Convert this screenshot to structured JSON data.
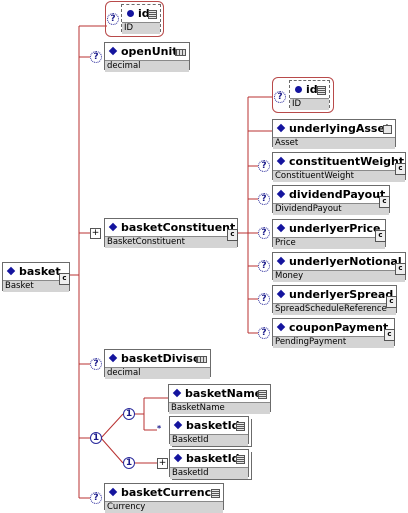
{
  "root": {
    "name": "basket",
    "type": "Basket"
  },
  "children": [
    {
      "name": "id",
      "type": "ID"
    },
    {
      "name": "openUnits",
      "type": "decimal"
    },
    {
      "name": "basketConstituent",
      "type": "BasketConstituent"
    },
    {
      "name": "basketDivisor",
      "type": "decimal"
    },
    {
      "name": "basketCurrency",
      "type": "Currency"
    }
  ],
  "constituent_children": [
    {
      "name": "id",
      "type": "ID"
    },
    {
      "name": "underlyingAsset",
      "type": "Asset"
    },
    {
      "name": "constituentWeight",
      "type": "ConstituentWeight"
    },
    {
      "name": "dividendPayout",
      "type": "DividendPayout"
    },
    {
      "name": "underlyerPrice",
      "type": "Price"
    },
    {
      "name": "underlyerNotional",
      "type": "Money"
    },
    {
      "name": "underlyerSpread",
      "type": "SpreadScheduleReference"
    },
    {
      "name": "couponPayment",
      "type": "PendingPayment"
    }
  ],
  "choice_children": [
    {
      "name": "basketName",
      "type": "BasketName"
    },
    {
      "name": "basketId",
      "type": "BasketId"
    },
    {
      "name": "basketId",
      "type": "BasketId"
    }
  ],
  "markers": {
    "optional": "?",
    "one": "1",
    "many": "*",
    "plus": "+"
  },
  "colors": {
    "wire": "#b83030",
    "icon": "#14149e"
  }
}
